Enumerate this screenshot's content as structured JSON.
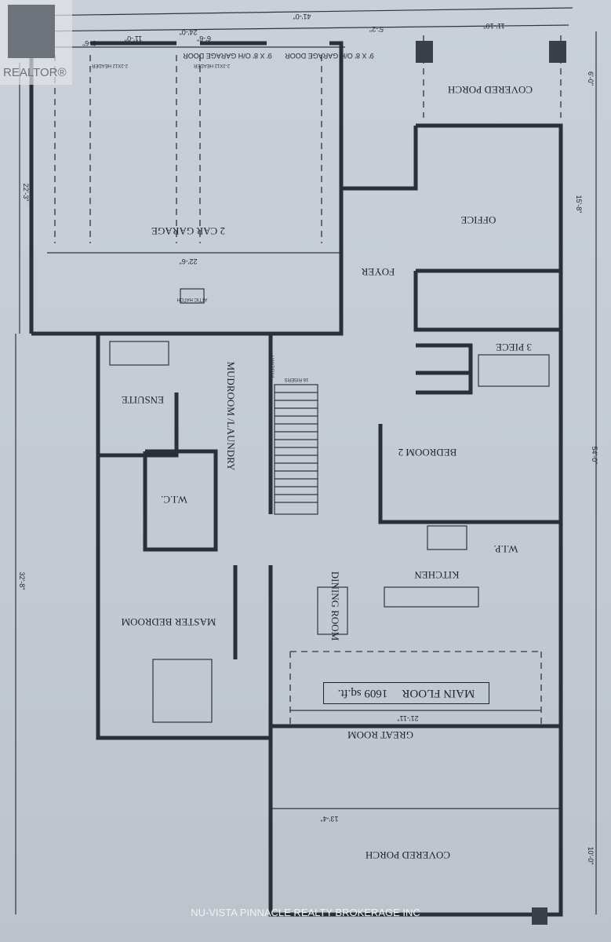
{
  "plan": {
    "title": "MAIN FLOOR",
    "area": "1609 sq.ft.",
    "rooms": {
      "garage": "2 CAR GARAGE",
      "foyer": "FOYER",
      "office": "OFFICE",
      "bedroom2": "BEDROOM 2",
      "bath3": "3 PIECE",
      "mudroom": "MUDROOM /LAUNDRY",
      "ensuite": "ENSUITE",
      "wic": "W.I.C.",
      "master": "MASTER BEDROOM",
      "dining": "DINING ROOM",
      "kitchen": "KITCHEN",
      "wip": "W.I.P.",
      "great": "GREAT ROOM",
      "porch_front": "COVERED PORCH",
      "porch_rear": "COVERED PORCH"
    },
    "labels": {
      "garage_door_1": "9' X 8' O/H GARAGE DOOR",
      "garage_door_2": "9' X 8' O/H GARAGE DOOR",
      "header_1": "2-2X12 HEADER",
      "header_2": "2-2X12 HEADER",
      "attic": "ATTIC HATCH",
      "stairs": "16 RISERS",
      "handrail": "HANDRAIL"
    },
    "dimensions": {
      "overall_width": "41'-0\"",
      "garage_width": "24'-0\"",
      "d_11_0": "11'-0\"",
      "d_6_6a": "6'-6\"",
      "d_6_6b": "6'-6\"",
      "d_5_2": "5'-2\"",
      "d_11_10": "11'-10\"",
      "d_22_3": "22'-3\"",
      "d_32_8": "32'-8\"",
      "d_54_0": "54'-0\"",
      "d_15_8": "15'-8\"",
      "d_6_0": "6'-0\"",
      "d_10_0": "10'-0\"",
      "d_13_4": "13'-4\"",
      "d_21_11": "21'-11\"",
      "d_22_6": "22'-6\""
    }
  },
  "branding": {
    "logo": "REALTOR®",
    "watermark": "NU-VISTA PINNACLE REALTY BROKERAGE INC"
  }
}
